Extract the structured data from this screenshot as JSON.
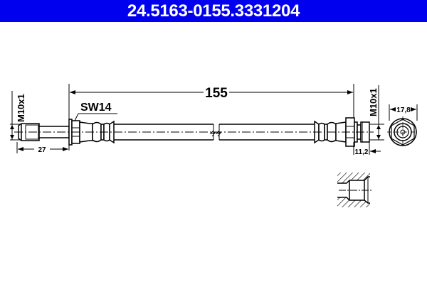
{
  "header": {
    "part_number": "24.5163-0155.3",
    "ref_number": "331204",
    "background_color": "#0000ee",
    "text_color": "#ffffff"
  },
  "drawing": {
    "total_length": "155",
    "left_thread": "M10x1",
    "left_thread_length": "27",
    "wrench_size": "SW14",
    "right_thread": "M10x1",
    "right_fitting_length": "11,2",
    "hex_across_flats": "17,8",
    "views": [
      "side-view-hose",
      "end-view-hex",
      "section-view-port"
    ]
  }
}
